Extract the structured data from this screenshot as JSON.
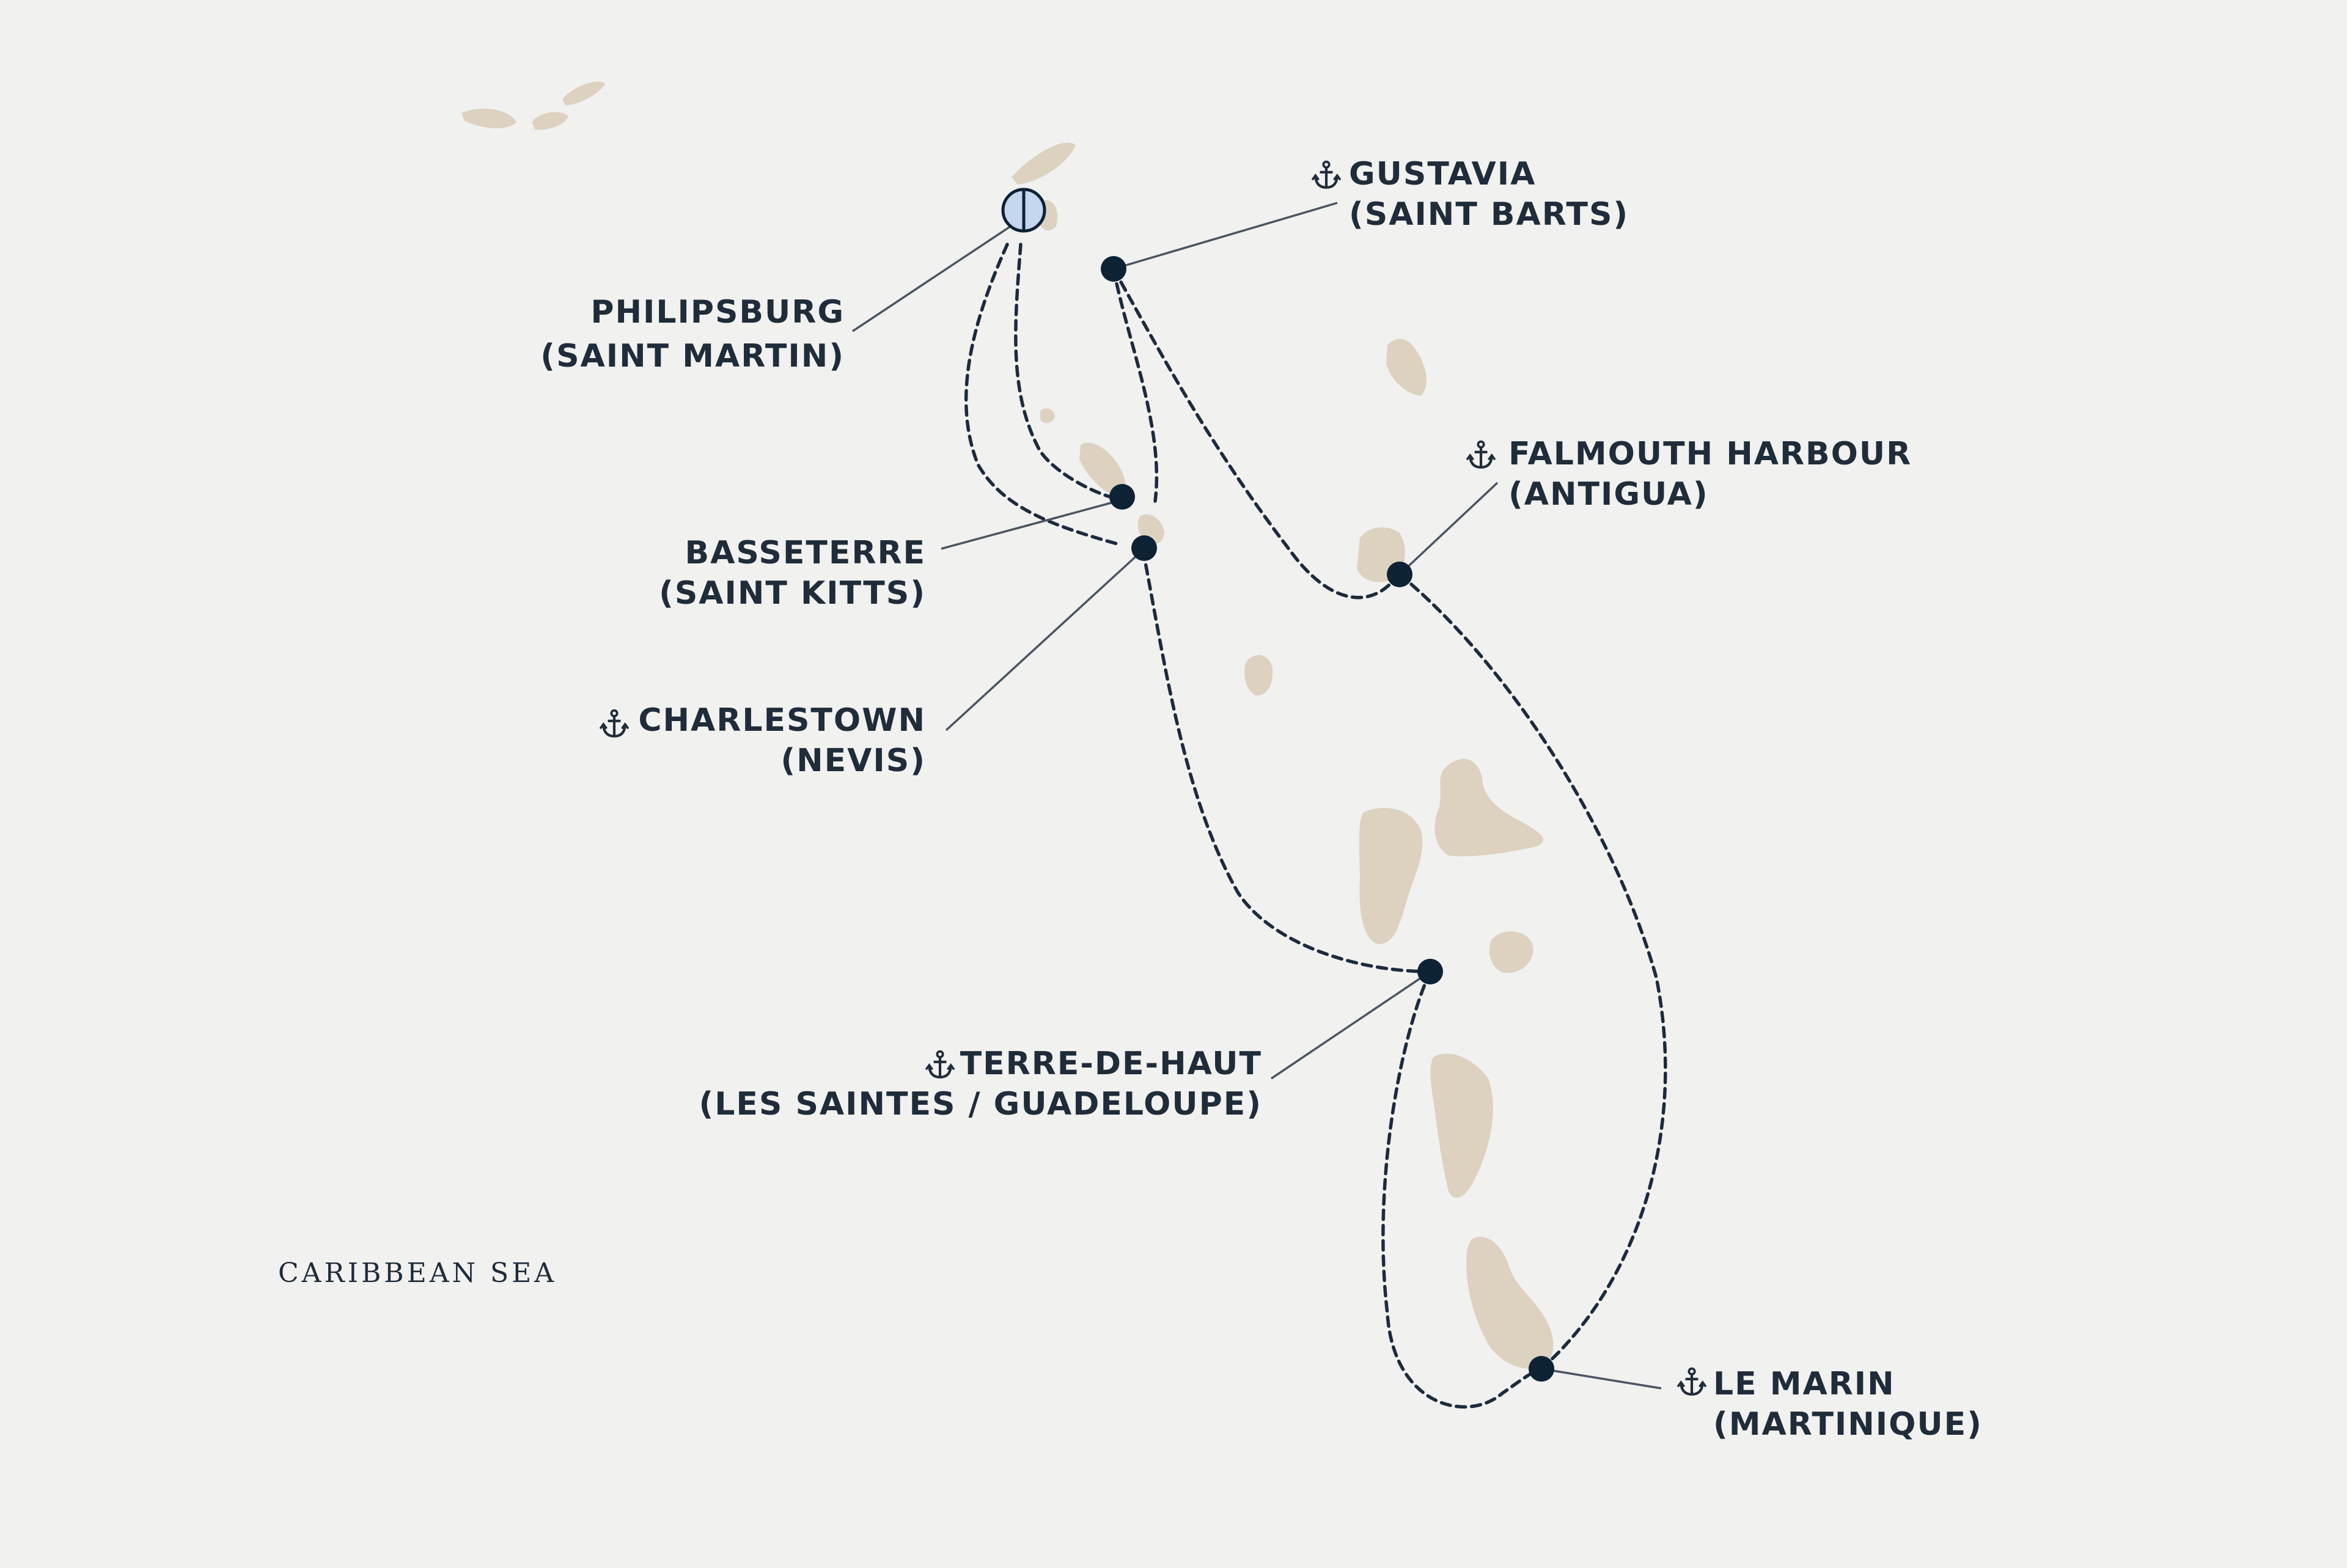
{
  "colors": {
    "background": "#f1f1f0",
    "land": "#ddd2c0",
    "route": "#1c2b3d",
    "port_dot": "#0e2236",
    "leader_line": "#4a5560",
    "label_text": "#1f2c3a",
    "start_marker_fill": "#c5d7ee"
  },
  "icons": {
    "port_of_call": "anchor-icon",
    "embarkation": "half-circle-marker-icon"
  },
  "sea_label": "CARIBBEAN SEA",
  "ports": [
    {
      "id": "philipsburg",
      "name": "PHILIPSBURG",
      "region": "(SAINT MARTIN)",
      "embarkation": true,
      "anchor": false
    },
    {
      "id": "gustavia",
      "name": "GUSTAVIA",
      "region": "(SAINT BARTS)",
      "embarkation": false,
      "anchor": true
    },
    {
      "id": "falmouth",
      "name": "FALMOUTH HARBOUR",
      "region": "(ANTIGUA)",
      "embarkation": false,
      "anchor": true
    },
    {
      "id": "basseterre",
      "name": "BASSETERRE",
      "region": "(SAINT KITTS)",
      "embarkation": false,
      "anchor": false
    },
    {
      "id": "charlestown",
      "name": "CHARLESTOWN",
      "region": "(NEVIS)",
      "embarkation": false,
      "anchor": true
    },
    {
      "id": "terre-de-haut",
      "name": "TERRE-DE-HAUT",
      "region": "(LES SAINTES / GUADELOUPE)",
      "embarkation": false,
      "anchor": true
    },
    {
      "id": "le-marin",
      "name": "LE MARIN",
      "region": "(MARTINIQUE)",
      "embarkation": false,
      "anchor": true
    }
  ]
}
